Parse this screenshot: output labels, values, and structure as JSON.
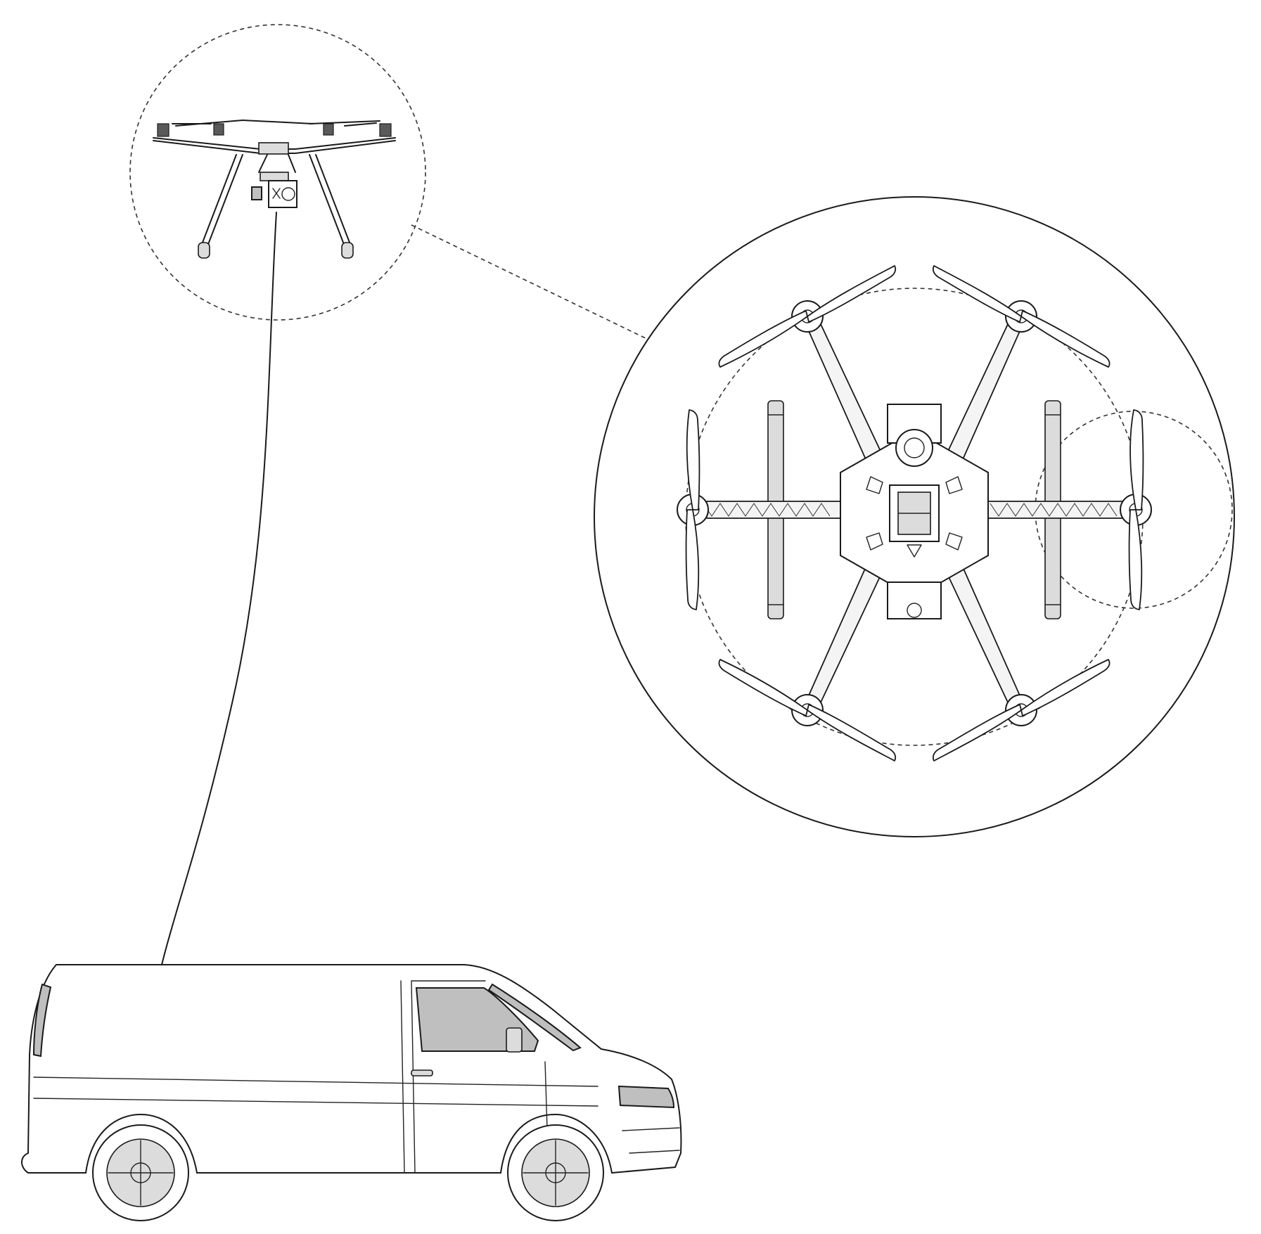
{
  "figure": {
    "components": [
      {
        "id": "drone-side-view",
        "label": ""
      },
      {
        "id": "drone-top-view",
        "label": ""
      },
      {
        "id": "tether-cable",
        "label": ""
      },
      {
        "id": "ground-vehicle-van",
        "label": ""
      }
    ],
    "drone": {
      "type": "hexacopter",
      "rotor_count": 6
    },
    "colors": {
      "line": "#1a1a1a",
      "glass": "#bfbfbf",
      "background": "#ffffff"
    }
  }
}
